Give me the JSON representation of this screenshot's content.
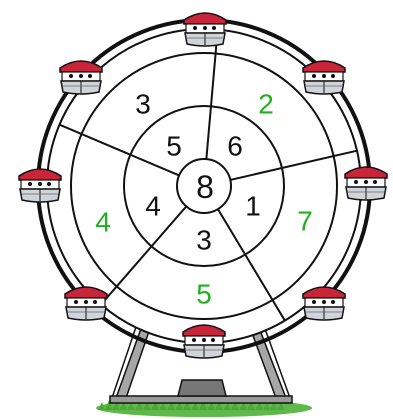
{
  "colors": {
    "black_numbers": "#111111",
    "green_numbers": "#22b022",
    "frame": "#111111",
    "support": "#9a9a9a",
    "gondola_roof": "#c8253a",
    "gondola_body": "#cfd4da",
    "grass": "#5fb84a"
  },
  "center_number": "8",
  "inner_ring": {
    "top_left": "5",
    "top_right": "6",
    "right": "1",
    "bottom": "3",
    "left": "4"
  },
  "outer_ring": {
    "top_left": "3",
    "top_right": "2",
    "right": "7",
    "bottom": "5",
    "left": "4"
  },
  "gondola_count": 8
}
